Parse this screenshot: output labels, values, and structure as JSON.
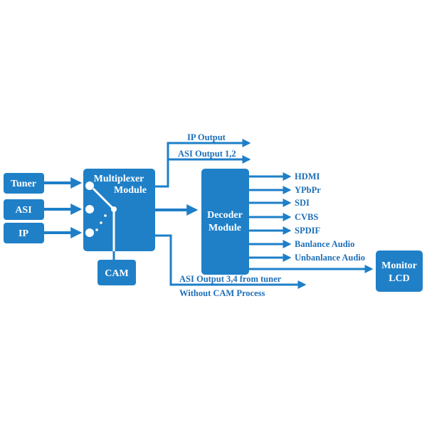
{
  "colors": {
    "block": "#1f80c8",
    "wire": "#1e7fc8",
    "label_text": "#1e6fb8",
    "background": "#ffffff"
  },
  "inputs": {
    "tuner": "Tuner",
    "asi": "ASI",
    "ip": "IP"
  },
  "multiplexer": {
    "line1": "Multiplexer",
    "line2": "Module"
  },
  "cam": "CAM",
  "decoder": {
    "line1": "Decoder",
    "line2": "Module"
  },
  "monitor": {
    "line1": "Monitor",
    "line2": "LCD"
  },
  "mux_outputs": {
    "ip_output": "IP Output",
    "asi_output_12": "ASI Output 1,2"
  },
  "decoder_outputs": [
    "HDMI",
    "YPbPr",
    "SDI",
    "CVBS",
    "SPDIF",
    "Banlance Audio",
    "Unbanlance Audio"
  ],
  "bottom_outputs": {
    "line1": "ASI Output 3,4 from tuner",
    "line2": "Without CAM Process"
  }
}
